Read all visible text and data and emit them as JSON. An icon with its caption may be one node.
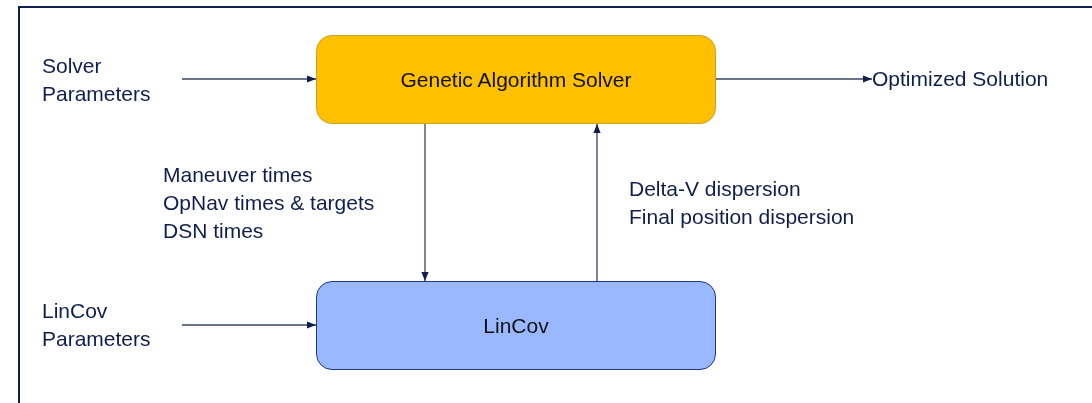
{
  "diagram": {
    "nodes": [
      {
        "text": [
          "Solver Parameters"
        ]
      },
      {
        "text": [
          "Genetic Algorithm Solver"
        ]
      },
      {
        "text": [
          "Optimized Solution"
        ]
      },
      {
        "text": [
          "LinCov Parameters"
        ]
      },
      {
        "text": [
          "LinCov"
        ]
      }
    ],
    "edges": [
      {
        "from": 0,
        "to": 1,
        "arrow": "to"
      },
      {
        "from": 1,
        "to": 2,
        "arrow": "to"
      },
      {
        "from": 1,
        "to": 4,
        "arrow": "to",
        "label": "Maneuver times OpNav times & targets DSN times"
      },
      {
        "from": 4,
        "to": 1,
        "arrow": "to",
        "label": "Delta-V dispersion Final position dispersion"
      },
      {
        "from": 3,
        "to": 4,
        "arrow": "to"
      }
    ]
  }
}
